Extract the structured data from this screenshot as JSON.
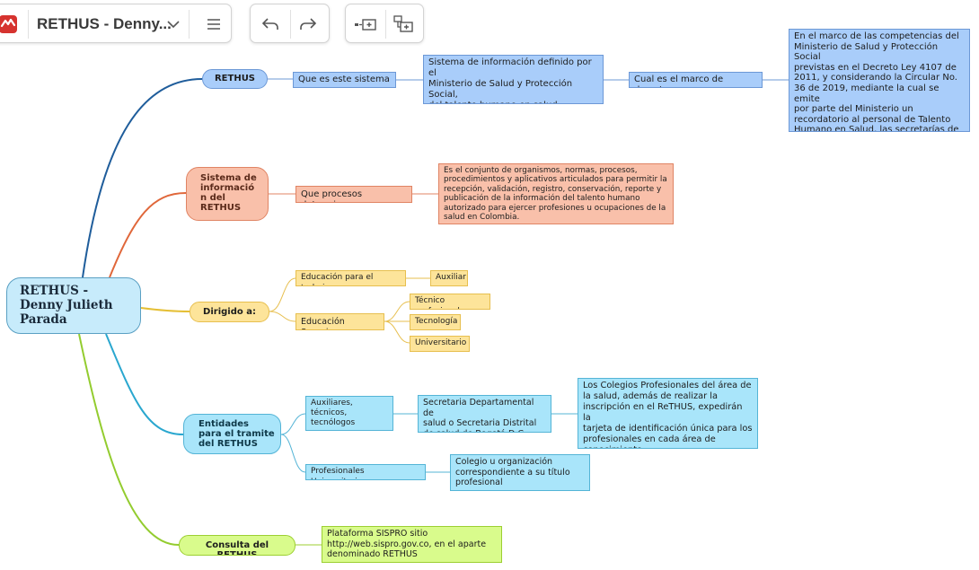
{
  "toolbar": {
    "title": "RETHUS - Denny...",
    "logo_icon": "app-logo-icon",
    "dropdown_icon": "chevron-down-icon",
    "menu_icon": "hamburger-menu-icon",
    "undo_icon": "undo-icon",
    "redo_icon": "redo-icon",
    "add_sibling_icon": "add-topic-icon",
    "add_child_icon": "add-subtopic-icon"
  },
  "map": {
    "center": "RETHUS -\nDenny Julieth\nParada",
    "rethus": {
      "title": "RETHUS",
      "question": "Que es este sistema",
      "answer": "Sistema de información definido por el\nMinisterio de Salud y Protección\nSocial,\ndel talento humano en salud.",
      "decree_question": "Cual es el marco de decreto",
      "decree_answer": "En el marco de las competencias del\nMinisterio de Salud y Protección Social\nprevistas en el Decreto Ley 4107 de\n2011,  y considerando  la Circular No.\n36 de 2019, mediante la cual se emite\npor parte del Ministerio  un\nrecordatorio al personal de Talento\nHumano en Salud, las secretarías de\nsalud del orden departamental."
    },
    "sistema": {
      "title": "Sistema de\ninformació\nn del\nRETHUS",
      "question": "Que procesos determina",
      "answer": "Es el conjunto de organismos, normas, procesos,\nprocedimientos y aplicativos articulados para permitir la\nrecepción, validación, registro, conservación, reporte y\npublicación de la información del talento humano\nautorizado para ejercer profesiones u ocupaciones de la\nsalud en Colombia."
    },
    "dirigido": {
      "title": "Dirigido a:",
      "trabajo": "Educación para el trabajo",
      "auxiliar": "Auxiliar",
      "superior": "Educación Superior",
      "tecnico": "Técnico profesional",
      "tecnologia": "Tecnología",
      "universitario": "Universitario"
    },
    "entidades": {
      "title": "Entidades\npara el tramite\ndel RETHUS",
      "auxiliares": "Auxiliares,\ntécnicos,\ntecnólogos",
      "secretaria": "Secretaria Departamental de\nsalud o Secretaria Distrital\nde salud de Bogotá D.C.",
      "colegios": "Los Colegios Profesionales del área de\nla salud, además de realizar la\ninscripción en el ReTHUS, expedirán la\ntarjeta de identificación única para los\nprofesionales en cada área de\nconocimiento.",
      "profesionales": "Profesionales Universitarios",
      "colegio": "Colegio u organización\ncorrespondiente a su título\nprofesional"
    },
    "consulta": {
      "title": "Consulta del RETHUS",
      "answer": "Plataforma SISPRO sitio\nhttp://web.sispro.gov.co, en el aparte\ndenominado RETHUS"
    }
  },
  "colors": {
    "blue_branch": "#1f5d9b",
    "orange_branch": "#e0673a",
    "yellow_branch": "#e5bf35",
    "cyan_branch": "#2aa7cf",
    "green_branch": "#93cc2f",
    "logo": "#d6332f"
  }
}
